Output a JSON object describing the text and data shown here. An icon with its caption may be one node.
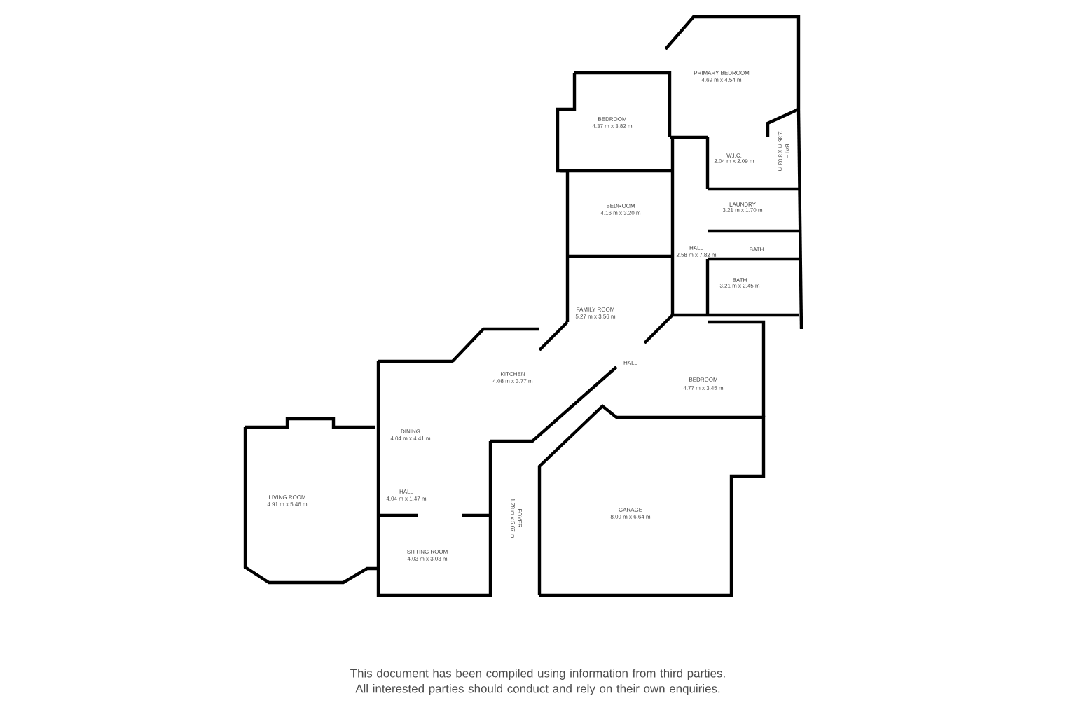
{
  "diagram": {
    "caption": "This document has been compiled using information from third parties. All interested parties should conduct and rely on their own enquiries.",
    "labels": [
      "PRIMARY BEDROOM",
      "4.69 m x 4.54 m",
      "BEDROOM",
      "4.37 m x 3.82 m",
      "W.I.C.",
      "2.04 m x 2.09 m",
      "BATH",
      "2.35 m x 3.03 m",
      "BEDROOM",
      "4.16 m x 3.20 m",
      "LAUNDRY",
      "3.21 m x 1.70 m",
      "HALL",
      "2.58 m x 7.82 m",
      "BATH",
      "BATH",
      "3.21 m x 2.45 m",
      "FAMILY ROOM",
      "5.27 m x 3.56 m",
      "KITCHEN",
      "4.08 m x 3.77 m",
      "HALL",
      "BEDROOM",
      "4.77 m x 3.45 m",
      "DINING",
      "4.04 m x 4.41 m",
      "LIVING ROOM",
      "4.91 m x 5.46 m",
      "HALL",
      "4.04 m x 1.47 m",
      "FOYER",
      "1.78 m x 5.67 m",
      "GARAGE",
      "8.09 m x 6.64 m",
      "SITTING ROOM",
      "4.03 m x 3.03 m"
    ]
  }
}
